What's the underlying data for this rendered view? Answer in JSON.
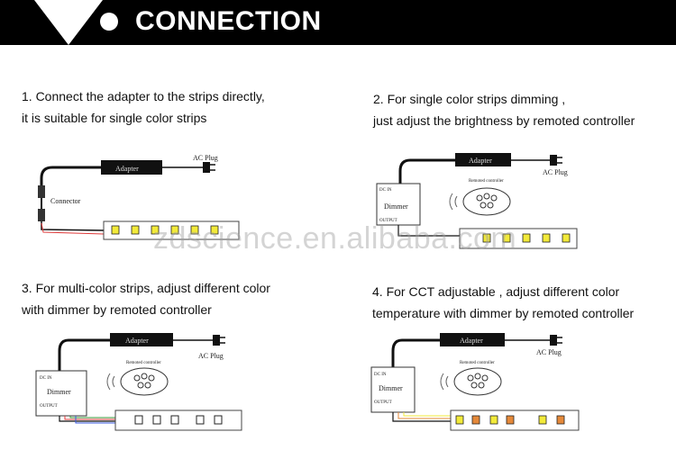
{
  "header": {
    "title": "CONNECTION"
  },
  "sections": [
    {
      "lines": [
        "1. Connect the adapter to the strips directly,",
        "it is suitable for single color strips"
      ],
      "labels": {
        "adapter": "Adapter",
        "ac_plug": "AC Plug",
        "connector": "Connector"
      }
    },
    {
      "lines": [
        "2. For single color strips dimming ,",
        "just adjust the brightness by remoted controller"
      ],
      "labels": {
        "adapter": "Adapter",
        "ac_plug": "AC Plug",
        "dc_in": "DC IN",
        "dimmer": "Dimmer",
        "output": "OUTPUT",
        "controller": "Remoted controller"
      }
    },
    {
      "lines": [
        "3. For multi-color strips, adjust different color",
        "with dimmer by remoted controller"
      ],
      "labels": {
        "adapter": "Adapter",
        "ac_plug": "AC Plug",
        "dc_in": "DC IN",
        "dimmer": "Dimmer",
        "output": "OUTPUT",
        "controller": "Remoted controller"
      }
    },
    {
      "lines": [
        "4. For CCT adjustable , adjust different color",
        "temperature with dimmer by remoted controller"
      ],
      "labels": {
        "adapter": "Adapter",
        "ac_plug": "AC Plug",
        "dc_in": "DC IN",
        "dimmer": "Dimmer",
        "output": "OUTPUT",
        "controller": "Remoted controller"
      }
    }
  ],
  "watermark": "zdscience.en.alibaba.com",
  "colors": {
    "header_bg": "#000000",
    "led_yellow": "#f2ea3a",
    "led_warm": "#e5893a",
    "wire_red": "#e03a3a"
  }
}
